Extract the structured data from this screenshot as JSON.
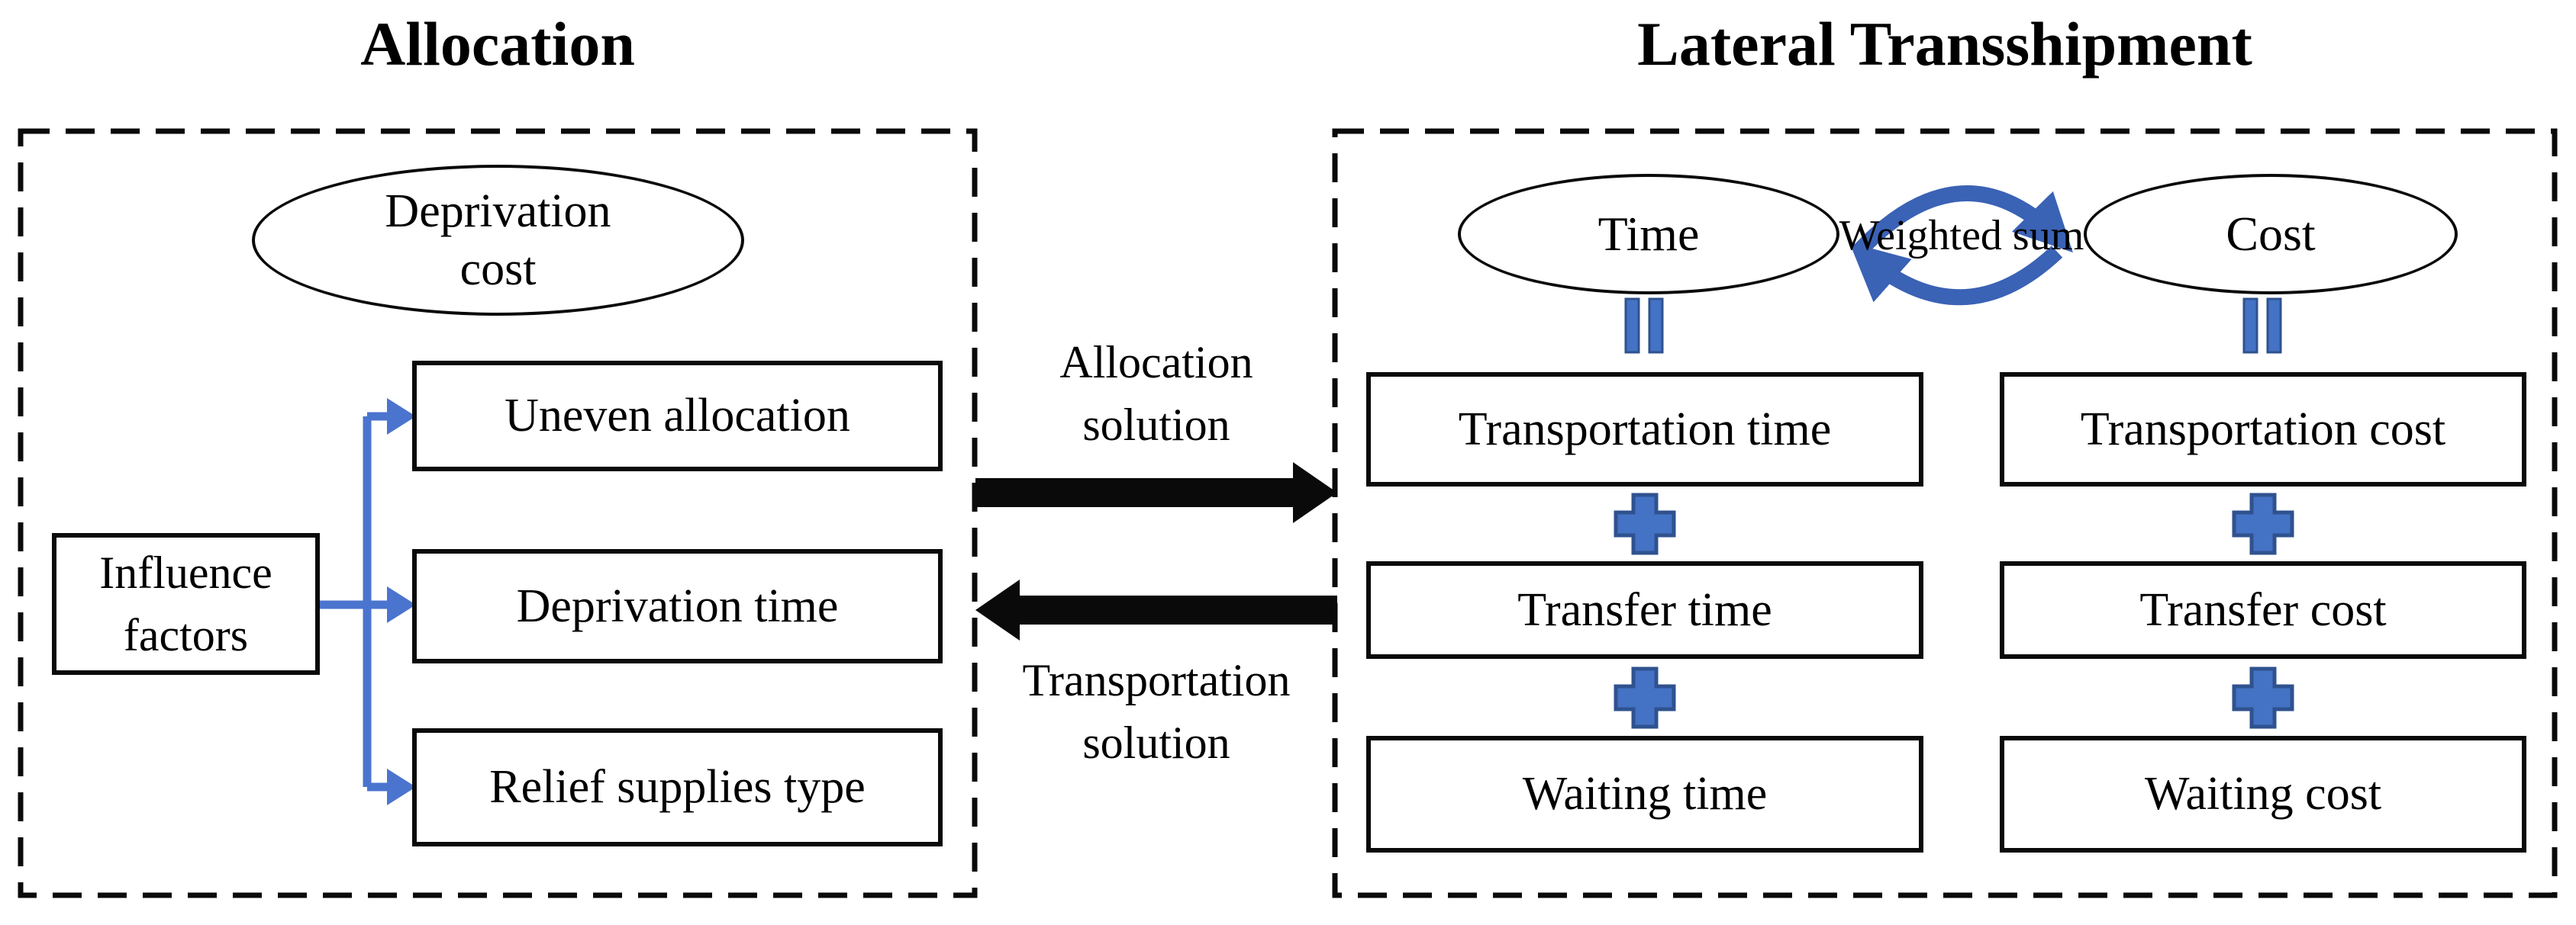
{
  "left_panel": {
    "title": "Allocation",
    "ellipse": {
      "line1": "Deprivation",
      "line2": "cost"
    },
    "influence_box": {
      "line1": "Influence",
      "line2": "factors"
    },
    "boxes": [
      "Uneven allocation",
      "Deprivation time",
      "Relief supplies type"
    ]
  },
  "middle": {
    "top_label": {
      "line1": "Allocation",
      "line2": "solution"
    },
    "bottom_label": {
      "line1": "Transportation",
      "line2": "solution"
    }
  },
  "right_panel": {
    "title": "Lateral Transshipment",
    "time_ellipse": "Time",
    "cost_ellipse": "Cost",
    "weighted_sum": "Weighted sum",
    "time_column": [
      "Transportation time",
      "Transfer time",
      "Waiting time"
    ],
    "cost_column": [
      "Transportation cost",
      "Transfer cost",
      "Waiting cost"
    ]
  },
  "colors": {
    "accent_blue": "#4472C4",
    "accent_blue_dark": "#2F528F",
    "connector_blue": "#4B74CE",
    "arc_blue": "#3A62B5",
    "black": "#0a0a0a"
  }
}
